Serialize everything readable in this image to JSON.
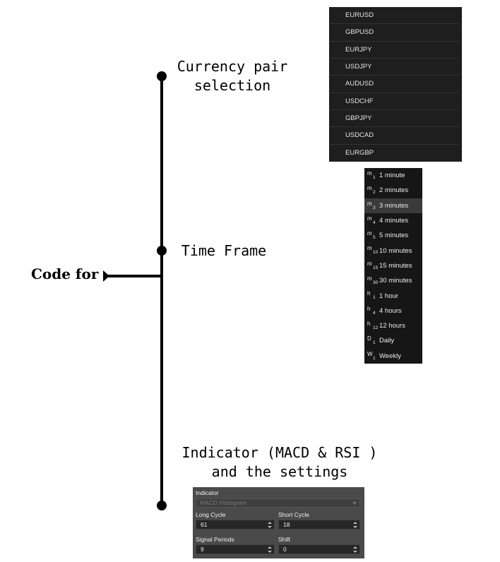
{
  "diagram": {
    "root_label": "Code for",
    "branches": [
      {
        "label_lines": [
          "Currency pair",
          "selection"
        ]
      },
      {
        "label_lines": [
          "Time Frame"
        ]
      },
      {
        "label_lines": [
          "Indicator (MACD & RSI )",
          "and the settings"
        ]
      }
    ]
  },
  "currency_pairs": [
    "EURUSD",
    "GBPUSD",
    "EURJPY",
    "USDJPY",
    "AUDUSD",
    "USDCHF",
    "GBPJPY",
    "USDCAD",
    "EURGBP"
  ],
  "timeframes": [
    {
      "sym": "m",
      "num": "1",
      "label": "1 minute"
    },
    {
      "sym": "m",
      "num": "2",
      "label": "2 minutes"
    },
    {
      "sym": "m",
      "num": "3",
      "label": "3 minutes",
      "selected": true
    },
    {
      "sym": "m",
      "num": "4",
      "label": "4 minutes"
    },
    {
      "sym": "m",
      "num": "5",
      "label": "5 minutes"
    },
    {
      "sym": "m",
      "num": "10",
      "label": "10 minutes"
    },
    {
      "sym": "m",
      "num": "15",
      "label": "15 minutes"
    },
    {
      "sym": "m",
      "num": "30",
      "label": "30 minutes"
    },
    {
      "sym": "h",
      "num": "1",
      "label": "1 hour"
    },
    {
      "sym": "h",
      "num": "4",
      "label": "4 hours"
    },
    {
      "sym": "h",
      "num": "12",
      "label": "12 hours"
    },
    {
      "sym": "D",
      "num": "1",
      "label": "Daily"
    },
    {
      "sym": "W",
      "num": "1",
      "label": "Weekly"
    }
  ],
  "settings": {
    "indicator_label": "Indicator",
    "indicator_value": "MACD Histogram",
    "long_cycle_label": "Long Cycle",
    "long_cycle_value": "61",
    "short_cycle_label": "Short Cycle",
    "short_cycle_value": "18",
    "signal_periods_label": "Signal Periods",
    "signal_periods_value": "9",
    "shift_label": "Shift",
    "shift_value": "0"
  }
}
